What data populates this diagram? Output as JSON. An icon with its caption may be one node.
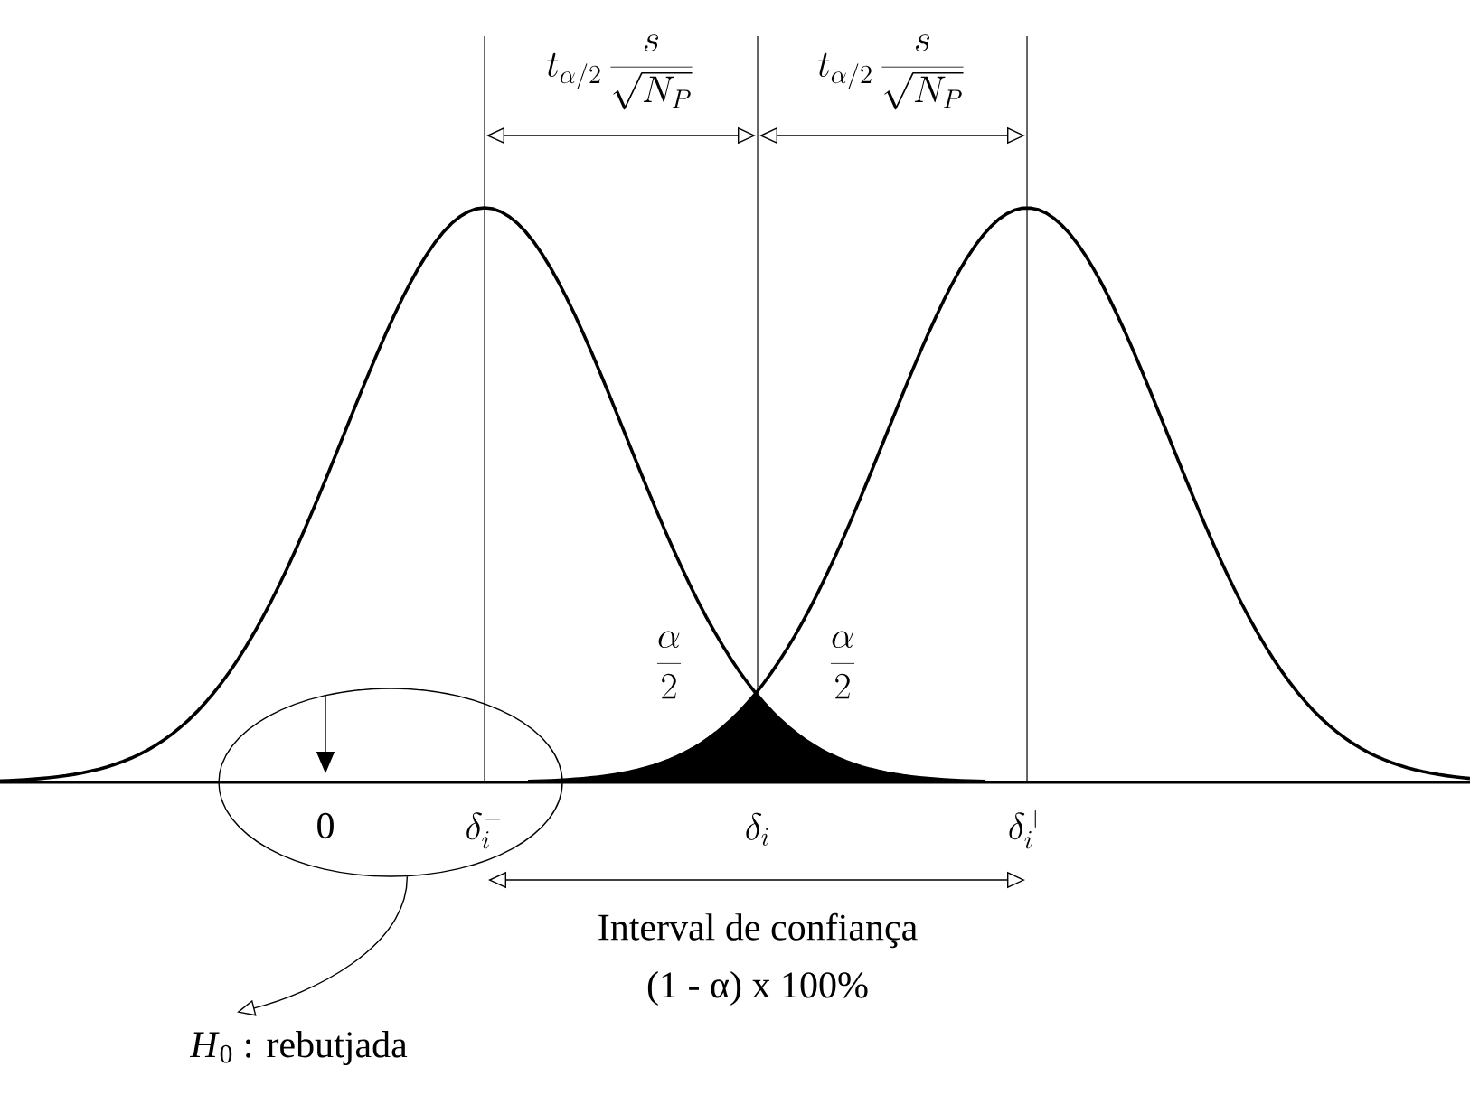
{
  "diagram": {
    "nodes": [
      {
        "text": [
          "0",
          "\\delta_i^-"
        ]
      },
      {
        "text": [
          "*H*$_{0}$ : rebutjada"
        ]
      }
    ],
    "edges": [
      {
        "from": 0,
        "to": 1,
        "arrow": "to"
      }
    ],
    "labels": [
      "t_{\\alpha/2}\\,\\frac{s}{\\sqrt{N_P}}",
      "t_{\\alpha/2}\\,\\frac{s}{\\sqrt{N_P}}",
      "\\frac{\\alpha}{2}",
      "\\frac{\\alpha}{2}",
      "\\delta_i",
      "\\delta_i^+",
      "Interval de confiança",
      "(1 - α) x 100%"
    ]
  }
}
